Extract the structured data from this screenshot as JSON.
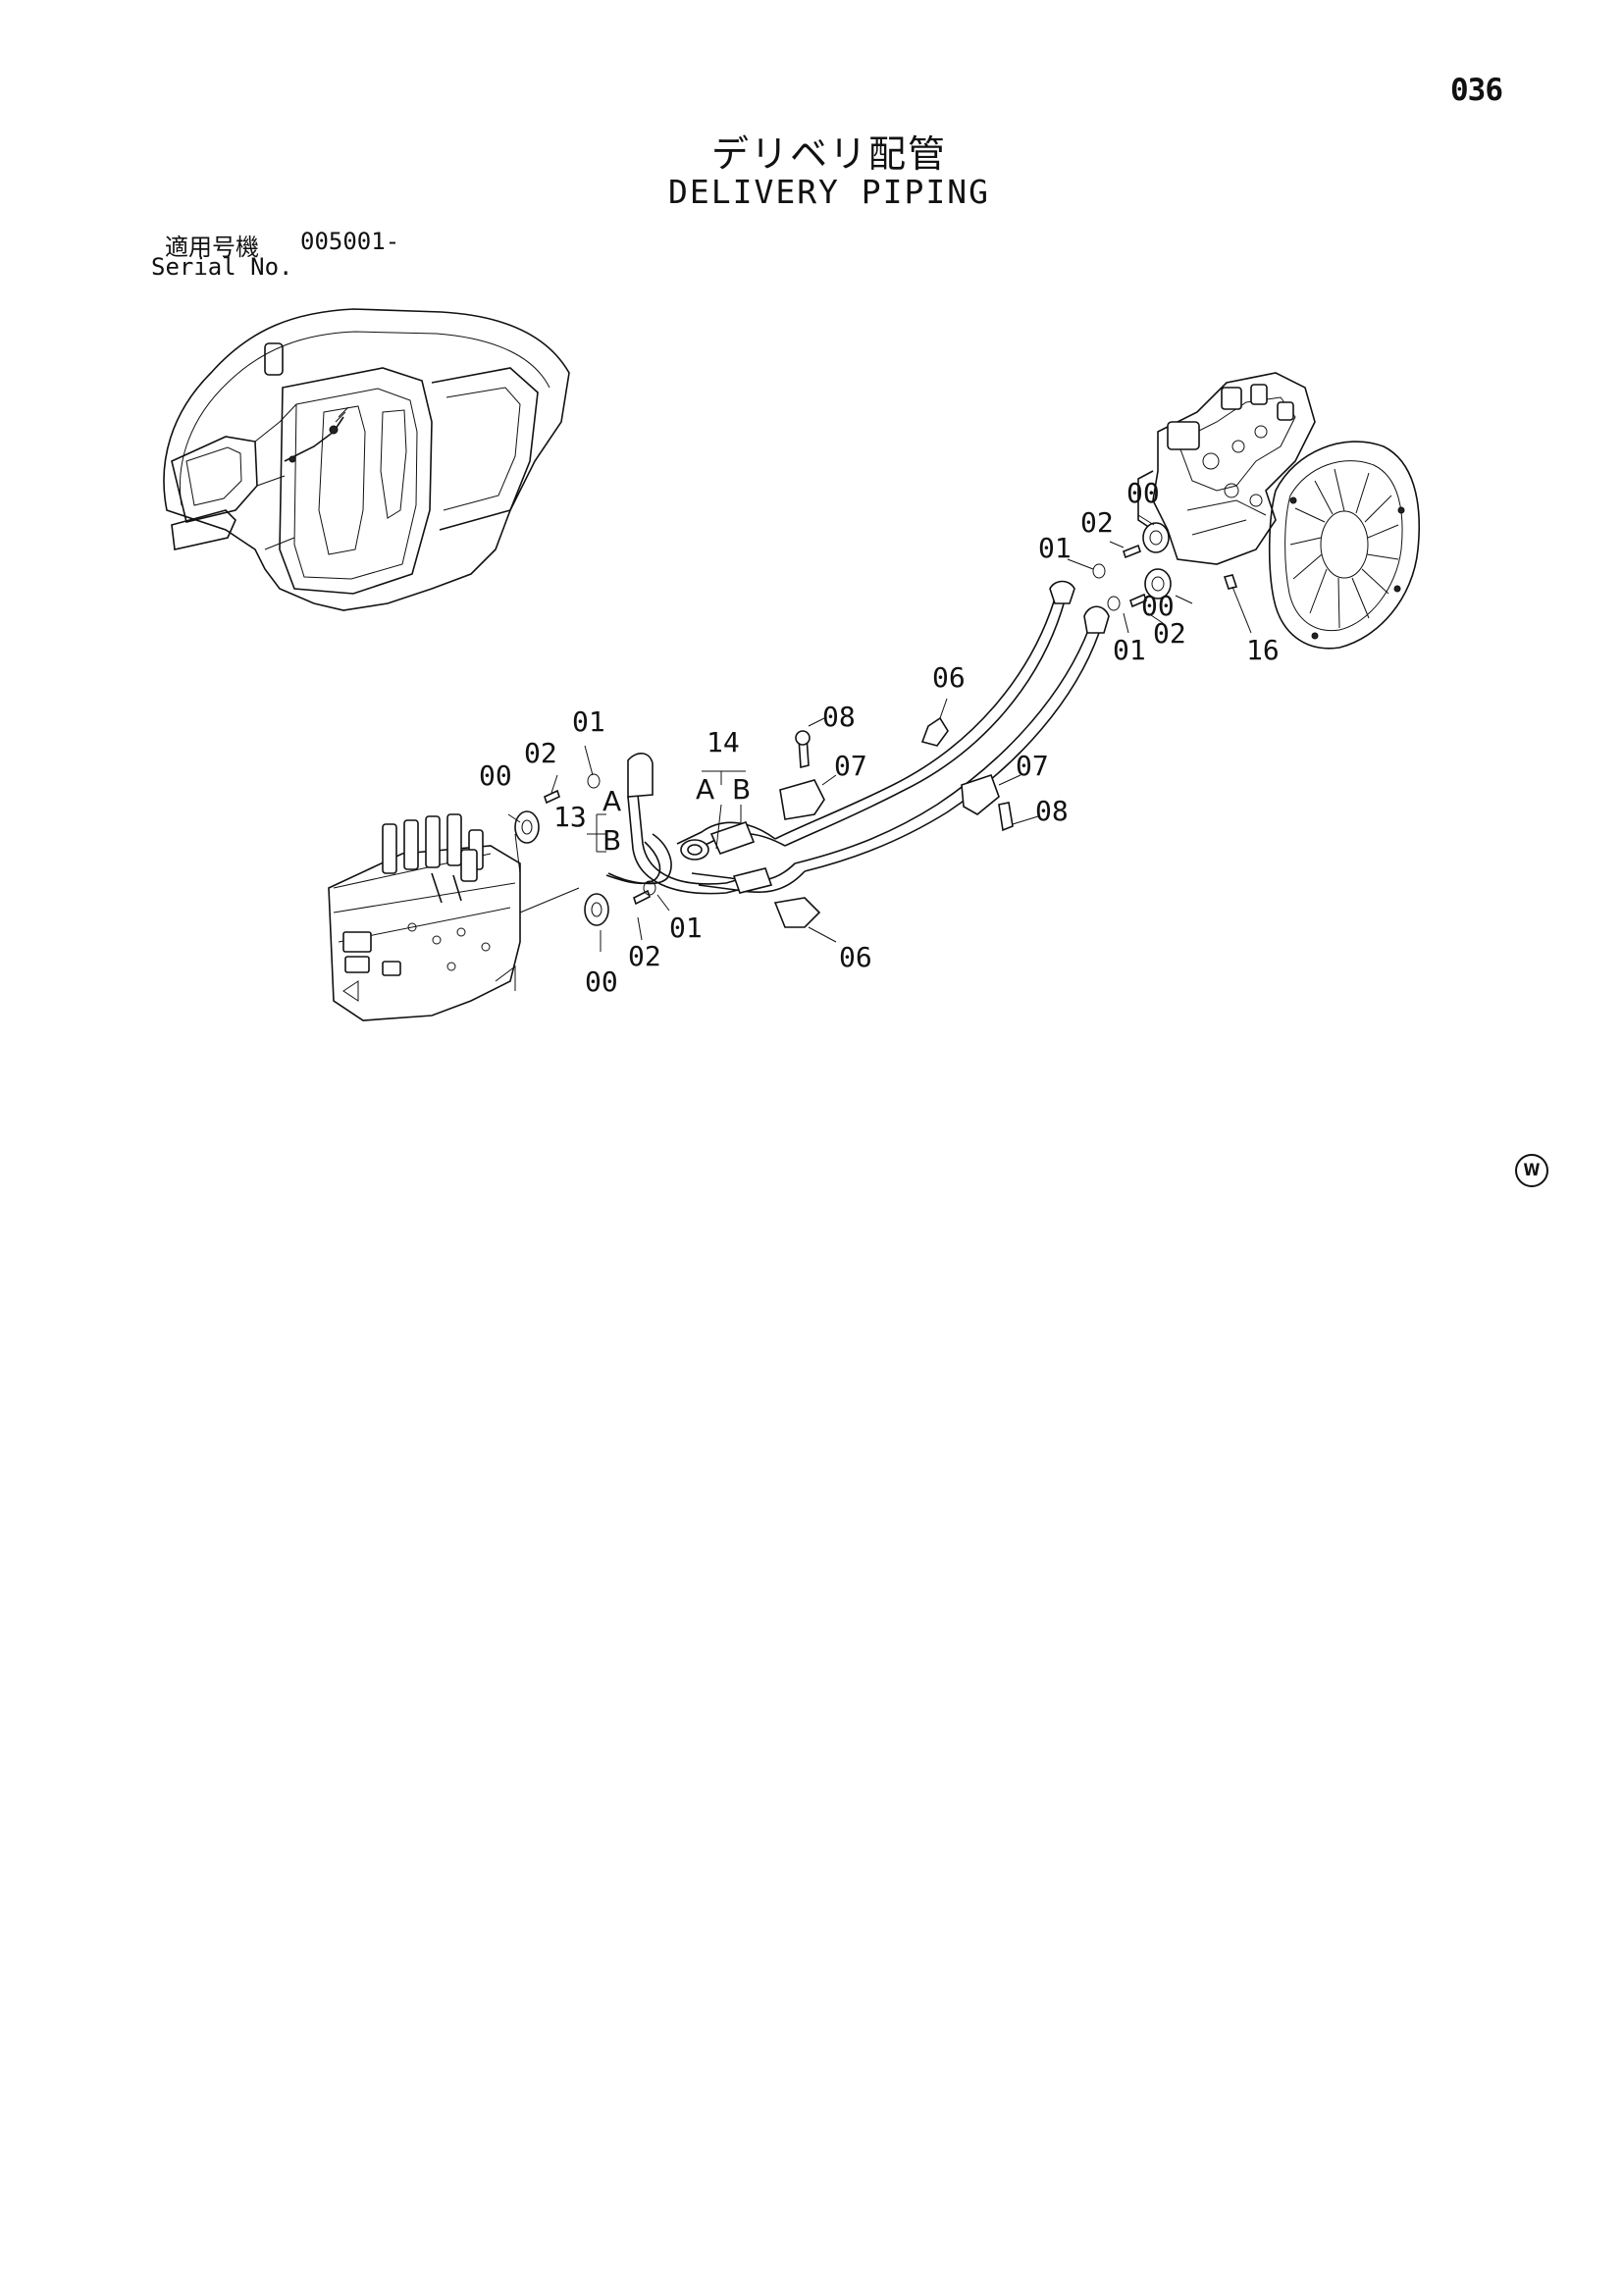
{
  "page": {
    "page_number": "036",
    "title_jp": "デリベリ配管",
    "title_en": "DELIVERY PIPING",
    "serial_label_jp": "適用号機",
    "serial_value": "005001-",
    "serial_label_en": "Serial No.",
    "watermark": "W"
  },
  "callouts": {
    "pump_upper_00": "00",
    "pump_upper_02": "02",
    "pump_upper_01": "01",
    "pump_lower_00": "00",
    "pump_lower_01": "01",
    "pump_lower_02": "02",
    "pump_16": "16",
    "clamp_06_top": "06",
    "clamp_07_right": "07",
    "bolt_08_right": "08",
    "bolt_08_mid": "08",
    "clamp_07_mid": "07",
    "hose_14": "14",
    "hose_14_a": "A",
    "hose_14_b": "B",
    "valve_upper_00": "00",
    "valve_upper_02": "02",
    "valve_upper_01": "01",
    "hose_13": "13",
    "hose_13_a": "A",
    "hose_13_b": "B",
    "valve_lower_00": "00",
    "valve_lower_02": "02",
    "valve_lower_01": "01",
    "clamp_06_bottom": "06"
  }
}
